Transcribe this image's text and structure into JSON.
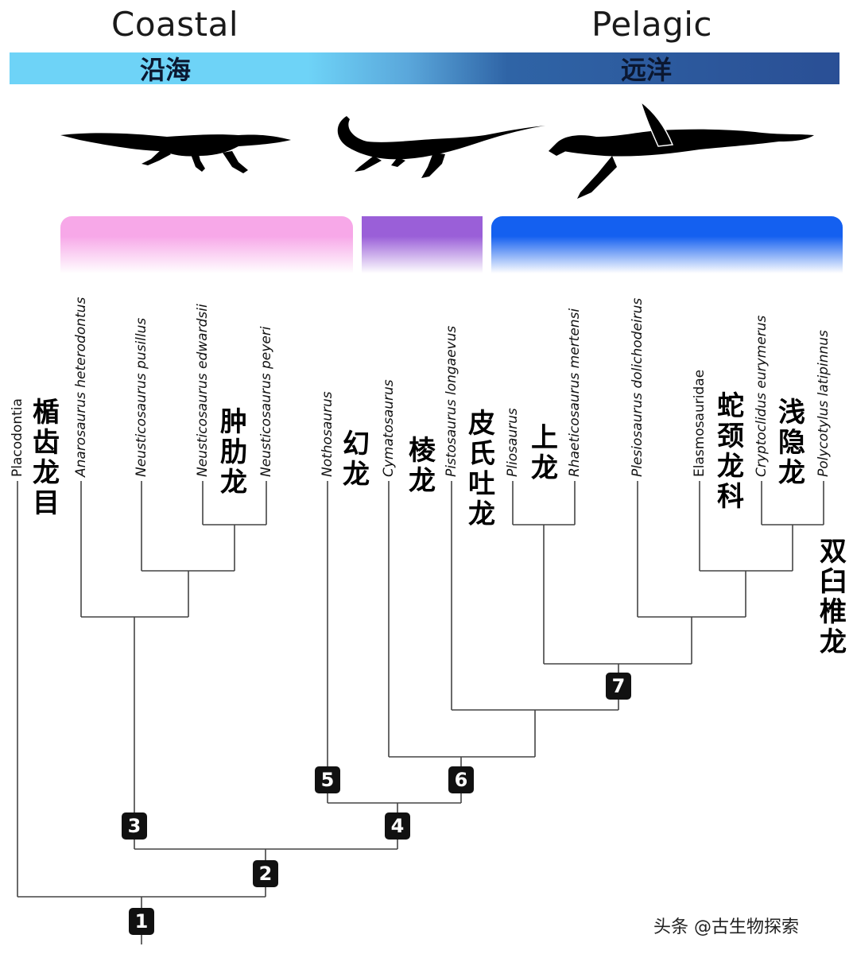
{
  "header": {
    "left_en": "Coastal",
    "right_en": "Pelagic",
    "left_zh": "沿海",
    "right_zh": "远洋",
    "colors": {
      "coastal": "#6ed3f7",
      "pelagic": "#2a4f95",
      "label_zh": "#0b1730"
    }
  },
  "silhouettes": [
    "nothosaur-silhouette",
    "pistosaur-silhouette",
    "plesiosaur-silhouette"
  ],
  "groups": [
    {
      "name": "pink-group",
      "color": "#f7a8e8"
    },
    {
      "name": "purple-group",
      "color": "#9a5fd8"
    },
    {
      "name": "blue-group",
      "color": "#1460f0"
    }
  ],
  "taxa": [
    "Placodontia",
    "Anarosaurus heterodontus",
    "Neusticosaurus pusillus",
    "Neusticosaurus edwardsii",
    "Neusticosaurus peyeri",
    "Nothosaurus",
    "Cymatosaurus",
    "Pistosaurus longaevus",
    "Pliosaurus",
    "Rhaeticosaurus mertensi",
    "Plesiosaurus dolichodeirus",
    "Elasmosauridae",
    "Cryptoclidus eurymerus",
    "Polycotylus latipinnus"
  ],
  "chinese_labels": {
    "placodontia": "楯齿龙目",
    "pachypleurosaur": "肿肋龙",
    "nothosaur": "幻龙",
    "cymatosaur": "棱龙",
    "pistosaur": "皮氏吐龙",
    "pliosaur": "上龙",
    "elasmosaur": "蛇颈龙科",
    "cryptoclidid": "浅隐龙",
    "plesiosauria": "双臼椎龙"
  },
  "nodes": [
    "1",
    "2",
    "3",
    "4",
    "5",
    "6",
    "7"
  ],
  "credit": "头条 @古生物探索"
}
